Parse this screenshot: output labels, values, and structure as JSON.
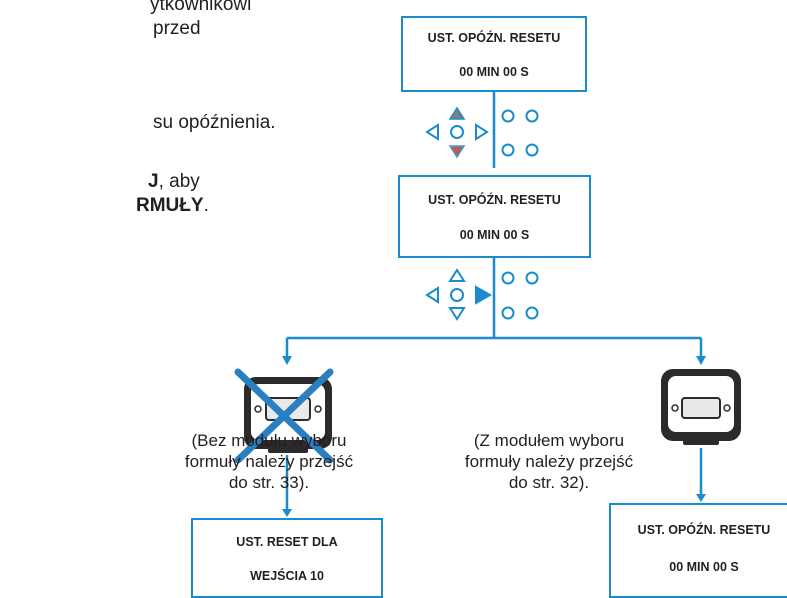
{
  "intro": {
    "line1": "ytkownikowi",
    "line2": "przed",
    "line3": "su opóźnienia.",
    "line4_bold": "J",
    "line4_rest": ", aby",
    "line5_bold": "RMUŁY",
    "line5_rest": "."
  },
  "box_top": {
    "title": "UST. OPÓŹN. RESETU",
    "value": "00 MIN 00 S"
  },
  "box_mid": {
    "title": "UST. OPÓŹN. RESETU",
    "value": "00 MIN 00 S"
  },
  "box_left": {
    "title": "UST. RESET DLA",
    "value": "WEJŚCIA 10"
  },
  "box_right": {
    "title": "UST. OPÓŹN. RESETU",
    "value": "00 MIN 00 S"
  },
  "caption_left": {
    "line1": "(Bez modułu wyboru",
    "line2": "formuły należy przejść",
    "line3": "do str. 33)."
  },
  "caption_right": {
    "line1": "(Z modułem wyboru",
    "line2": "formuły należy przejść",
    "line3": "do str. 32)."
  },
  "colors": {
    "accent": "#1a8ccc",
    "pressed_gray": "#7f7f7f",
    "pressed_red": "#c0392b",
    "cross": "#2a7fc0"
  },
  "icons": [
    "keypad-up-down-pressed-icon",
    "keypad-right-pressed-icon",
    "module-crossed-icon",
    "module-icon"
  ]
}
